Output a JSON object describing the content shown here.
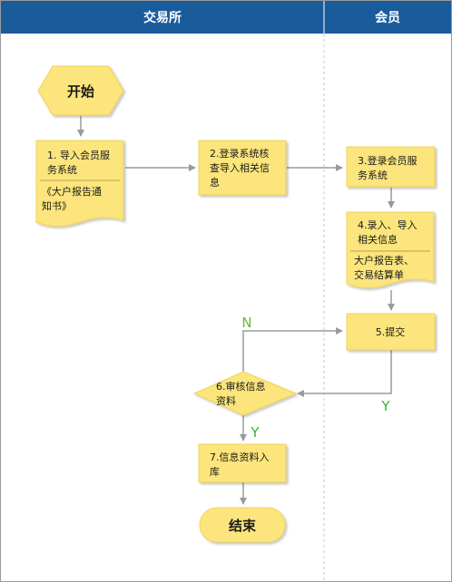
{
  "lanes": [
    {
      "title": "交易所"
    },
    {
      "title": "会员"
    }
  ],
  "nodes": {
    "start": {
      "text": [
        "开始"
      ]
    },
    "step1": {
      "text": [
        "1. 导入会员服",
        "务系统"
      ],
      "doc": [
        "《大户报告通",
        "知书》"
      ]
    },
    "step2": {
      "text": [
        "2.登录系统核",
        "查导入相关信",
        "息"
      ]
    },
    "step3": {
      "text": [
        "3.登录会员服",
        "务系统"
      ]
    },
    "step4": {
      "text": [
        "4.录入、导入",
        "相关信息"
      ],
      "doc": [
        "大户报告表、",
        "交易结算单"
      ]
    },
    "step5": {
      "text": [
        "5.提交"
      ]
    },
    "step6": {
      "text": [
        "6.审核信息",
        "资料"
      ]
    },
    "step7": {
      "text": [
        "7.信息资料入",
        "库"
      ]
    },
    "end": {
      "text": [
        "结束"
      ]
    }
  },
  "edge_labels": {
    "no": "N",
    "yes_right": "Y",
    "yes_down": "Y"
  },
  "colors": {
    "header_bg": "#1a5b9c",
    "header_text": "#ffffff",
    "box_fill": "#fbe57c",
    "box_shadow": "#d9d9d9",
    "box_text": "#1a1a1a",
    "arrow": "#9a9a9a",
    "label_no": "#6eb43f",
    "label_yes": "#2eb82e",
    "divider": "#c8c8c8",
    "border": "#9a9a9a"
  }
}
